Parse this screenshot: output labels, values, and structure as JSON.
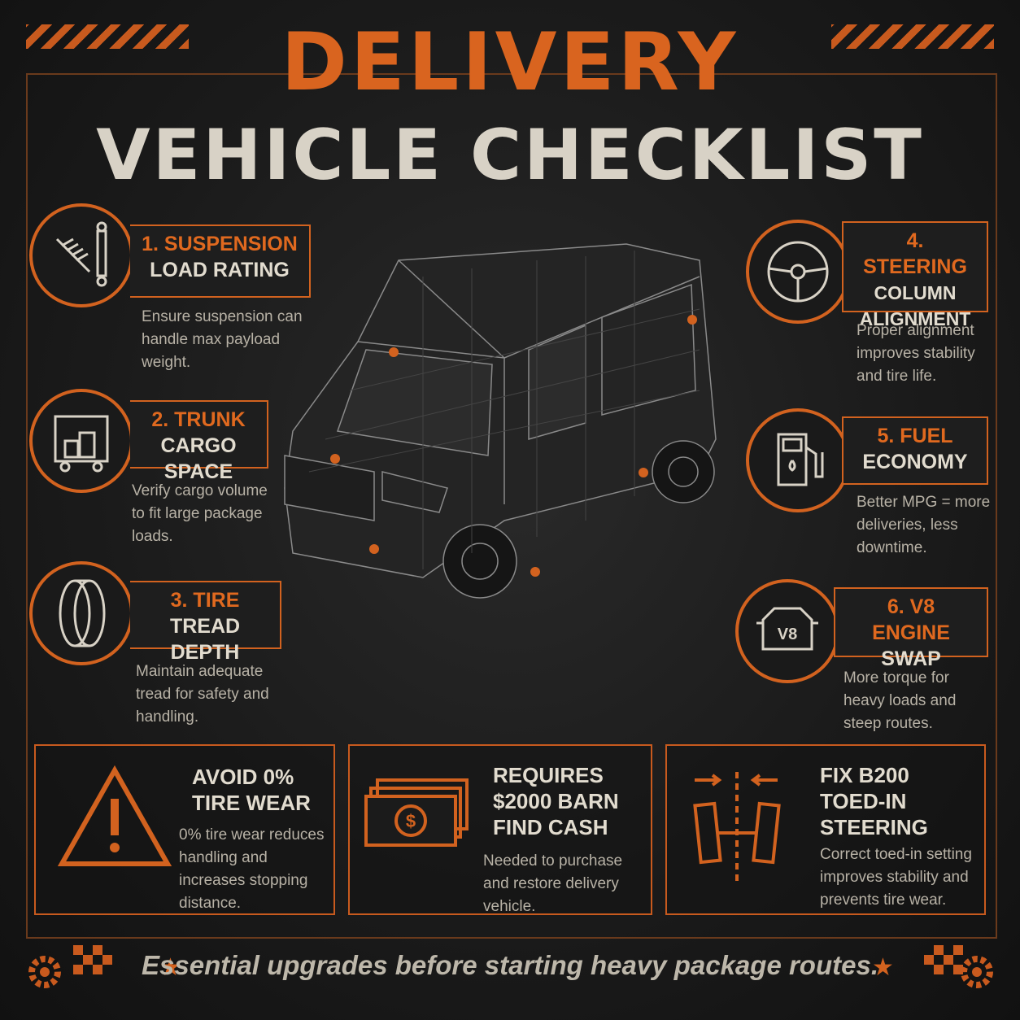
{
  "title": {
    "line1": "DELIVERY",
    "line2": "VEHICLE CHECKLIST"
  },
  "colors": {
    "accent": "#d2621f",
    "background": "#1b1b1b",
    "text": "#e2dccf"
  },
  "items": [
    {
      "title": "1. SUSPENSION",
      "subtitle": "LOAD RATING",
      "desc": "Ensure suspension can handle max payload weight.",
      "icon": "suspension-icon"
    },
    {
      "title": "2. TRUNK",
      "subtitle": "CARGO SPACE",
      "desc": "Verify cargo volume to fit large package loads.",
      "icon": "cargo-icon"
    },
    {
      "title": "3. TIRE",
      "subtitle": "TREAD DEPTH",
      "desc": "Maintain adequate tread for safety and handling.",
      "icon": "tire-icon"
    },
    {
      "title": "4. STEERING",
      "subtitle": "COLUMN ALIGNMENT",
      "desc": "Proper alignment improves stability and tire life.",
      "icon": "steering-wheel-icon"
    },
    {
      "title": "5. FUEL",
      "subtitle": "ECONOMY",
      "desc": "Better MPG = more deliveries, less downtime.",
      "icon": "fuel-pump-icon"
    },
    {
      "title": "6. V8 ENGINE",
      "subtitle": "SWAP",
      "desc": "More torque for heavy loads and steep routes.",
      "icon": "engine-icon",
      "icon_text": "V8"
    }
  ],
  "bottom": [
    {
      "title": "AVOID 0% TIRE WEAR",
      "desc": "0% tire wear reduces handling and increases stopping distance.",
      "icon": "warning-icon"
    },
    {
      "title": "REQUIRES $2000 BARN FIND CASH",
      "desc": "Needed to purchase and restore delivery vehicle.",
      "icon": "cash-icon"
    },
    {
      "title": "FIX B200 TOED-IN STEERING",
      "desc": "Correct toed-in setting improves stability and prevents tire wear.",
      "icon": "toe-in-icon"
    }
  ],
  "footer": "Essential upgrades before starting heavy package routes."
}
